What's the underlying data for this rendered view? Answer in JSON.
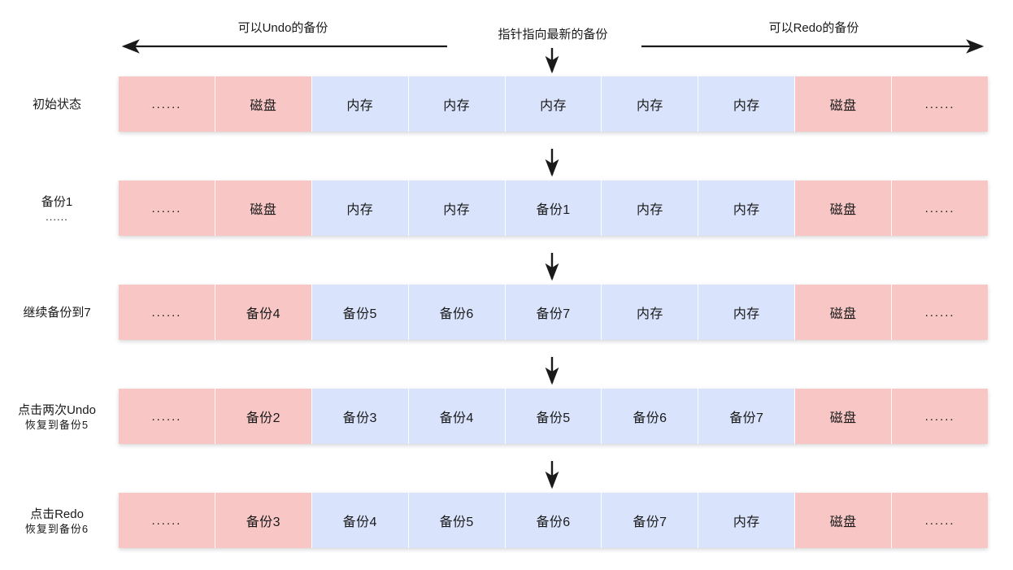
{
  "diagram": {
    "title_annotations": {
      "undo_arrow_label": "可以Undo的备份",
      "pointer_label": "指针指向最新的备份",
      "redo_arrow_label": "可以Redo的备份"
    },
    "legend_colors": {
      "disk": "#f7c6c5",
      "memory": "#d9e3fc",
      "arrow": "#1a1a1a",
      "background": "#ffffff"
    },
    "pointer_column_index": 4,
    "rows": [
      {
        "label": "初始状态",
        "sublabel": "",
        "cells": [
          {
            "text": "......",
            "kind": "disk"
          },
          {
            "text": "磁盘",
            "kind": "disk"
          },
          {
            "text": "内存",
            "kind": "mem"
          },
          {
            "text": "内存",
            "kind": "mem"
          },
          {
            "text": "内存",
            "kind": "mem"
          },
          {
            "text": "内存",
            "kind": "mem"
          },
          {
            "text": "内存",
            "kind": "mem"
          },
          {
            "text": "磁盘",
            "kind": "disk"
          },
          {
            "text": "......",
            "kind": "disk"
          }
        ]
      },
      {
        "label": "备份1",
        "sublabel": "......",
        "cells": [
          {
            "text": "......",
            "kind": "disk"
          },
          {
            "text": "磁盘",
            "kind": "disk"
          },
          {
            "text": "内存",
            "kind": "mem"
          },
          {
            "text": "内存",
            "kind": "mem"
          },
          {
            "text": "备份1",
            "kind": "mem"
          },
          {
            "text": "内存",
            "kind": "mem"
          },
          {
            "text": "内存",
            "kind": "mem"
          },
          {
            "text": "磁盘",
            "kind": "disk"
          },
          {
            "text": "......",
            "kind": "disk"
          }
        ]
      },
      {
        "label": "继续备份到7",
        "sublabel": "",
        "cells": [
          {
            "text": "......",
            "kind": "disk"
          },
          {
            "text": "备份4",
            "kind": "disk"
          },
          {
            "text": "备份5",
            "kind": "mem"
          },
          {
            "text": "备份6",
            "kind": "mem"
          },
          {
            "text": "备份7",
            "kind": "mem"
          },
          {
            "text": "内存",
            "kind": "mem"
          },
          {
            "text": "内存",
            "kind": "mem"
          },
          {
            "text": "磁盘",
            "kind": "disk"
          },
          {
            "text": "......",
            "kind": "disk"
          }
        ]
      },
      {
        "label": "点击两次Undo",
        "sublabel": "恢复到备份5",
        "cells": [
          {
            "text": "......",
            "kind": "disk"
          },
          {
            "text": "备份2",
            "kind": "disk"
          },
          {
            "text": "备份3",
            "kind": "mem"
          },
          {
            "text": "备份4",
            "kind": "mem"
          },
          {
            "text": "备份5",
            "kind": "mem"
          },
          {
            "text": "备份6",
            "kind": "mem"
          },
          {
            "text": "备份7",
            "kind": "mem"
          },
          {
            "text": "磁盘",
            "kind": "disk"
          },
          {
            "text": "......",
            "kind": "disk"
          }
        ]
      },
      {
        "label": "点击Redo",
        "sublabel": "恢复到备份6",
        "cells": [
          {
            "text": "......",
            "kind": "disk"
          },
          {
            "text": "备份3",
            "kind": "disk"
          },
          {
            "text": "备份4",
            "kind": "mem"
          },
          {
            "text": "备份5",
            "kind": "mem"
          },
          {
            "text": "备份6",
            "kind": "mem"
          },
          {
            "text": "备份7",
            "kind": "mem"
          },
          {
            "text": "内存",
            "kind": "mem"
          },
          {
            "text": "磁盘",
            "kind": "disk"
          },
          {
            "text": "......",
            "kind": "disk"
          }
        ]
      }
    ]
  }
}
